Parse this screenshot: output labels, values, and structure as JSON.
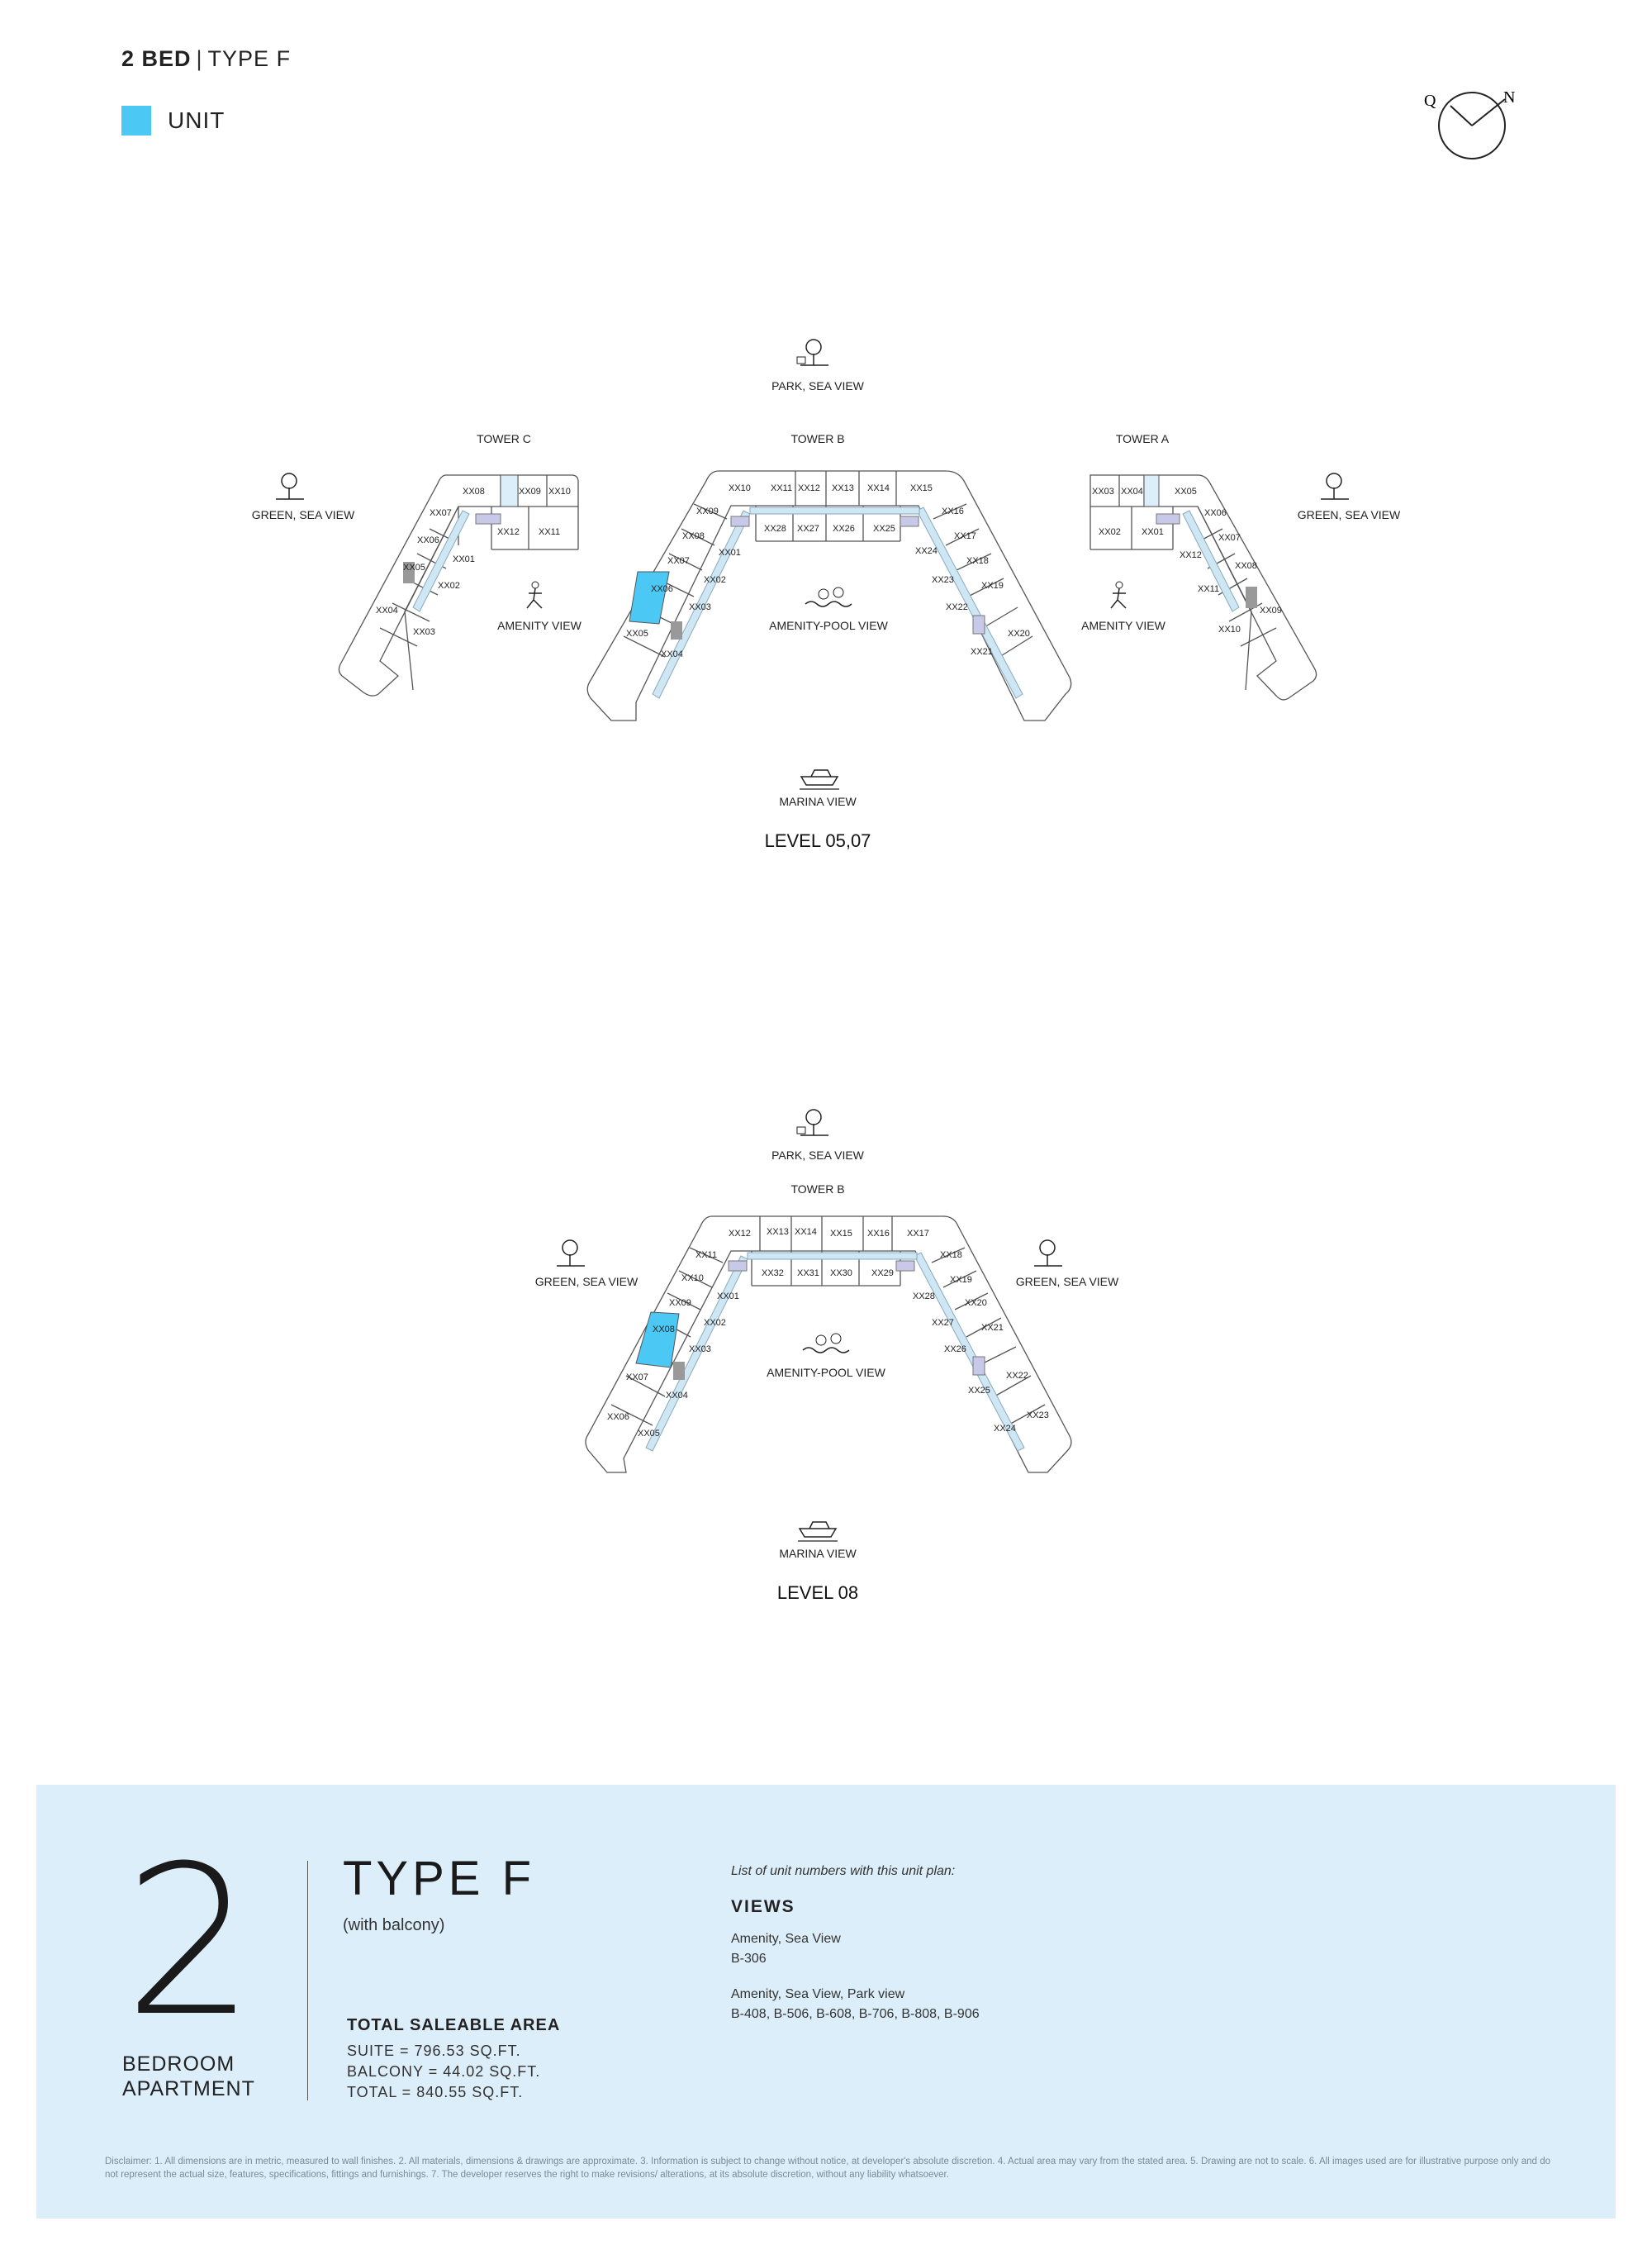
{
  "header": {
    "bed": "2 BED",
    "separator": "|",
    "type": "TYPE F"
  },
  "legend": {
    "label": "UNIT",
    "color": "#4cc8f4"
  },
  "compass": {
    "q": "Q",
    "n": "N"
  },
  "plan1": {
    "top_view": "PARK, SEA VIEW",
    "tower_c": "TOWER C",
    "tower_b": "TOWER B",
    "tower_a": "TOWER A",
    "left_view": "GREEN, SEA VIEW",
    "right_view": "GREEN, SEA VIEW",
    "amenity_left": "AMENITY VIEW",
    "amenity_pool": "AMENITY-POOL VIEW",
    "amenity_right": "AMENITY VIEW",
    "bottom_view": "MARINA VIEW",
    "level": "LEVEL 05,07",
    "tower_c_units": [
      "XX08",
      "XX09",
      "XX10",
      "XX07",
      "XX12",
      "XX11",
      "XX06",
      "XX01",
      "XX05",
      "XX02",
      "XX04",
      "XX03"
    ],
    "tower_b_top_units": [
      "XX10",
      "XX11",
      "XX12",
      "XX13",
      "XX14",
      "XX15"
    ],
    "tower_b_inner_units": [
      "XX28",
      "XX27",
      "XX26",
      "XX25"
    ],
    "tower_b_left_units": [
      "XX09",
      "XX08",
      "XX01",
      "XX07",
      "XX02",
      "XX06",
      "XX03",
      "XX05",
      "XX04"
    ],
    "tower_b_right_units": [
      "XX16",
      "XX24",
      "XX17",
      "XX18",
      "XX23",
      "XX19",
      "XX22",
      "XX20",
      "XX21"
    ],
    "tower_a_units": [
      "XX03",
      "XX04",
      "XX05",
      "XX02",
      "XX01",
      "XX06",
      "XX12",
      "XX07",
      "XX08",
      "XX11",
      "XX09",
      "XX10"
    ]
  },
  "plan2": {
    "top_view": "PARK, SEA VIEW",
    "tower_b": "TOWER B",
    "left_view": "GREEN, SEA VIEW",
    "right_view": "GREEN, SEA VIEW",
    "amenity_pool": "AMENITY-POOL VIEW",
    "bottom_view": "MARINA VIEW",
    "level": "LEVEL 08",
    "top_units": [
      "XX12",
      "XX13",
      "XX14",
      "XX15",
      "XX16",
      "XX17"
    ],
    "inner_units": [
      "XX32",
      "XX31",
      "XX30",
      "XX29"
    ],
    "left_units": [
      "XX11",
      "XX10",
      "XX01",
      "XX09",
      "XX02",
      "XX08",
      "XX03",
      "XX07",
      "XX04",
      "XX06",
      "XX05"
    ],
    "right_units": [
      "XX18",
      "XX19",
      "XX28",
      "XX20",
      "XX27",
      "XX21",
      "XX26",
      "XX22",
      "XX25",
      "XX23",
      "XX24"
    ]
  },
  "summary": {
    "number": "2",
    "bedroom": "BEDROOM",
    "apartment": "APARTMENT",
    "type": "TYPE F",
    "with_balcony": "(with balcony)",
    "tsa_title": "TOTAL SALEABLE AREA",
    "suite": "SUITE = 796.53 SQ.FT.",
    "balcony": "BALCONY = 44.02 SQ.FT.",
    "total": "TOTAL = 840.55 SQ.FT.",
    "list_header": "List of unit numbers with this unit plan:",
    "views_title": "VIEWS",
    "group1_title": "Amenity, Sea View",
    "group1_units": "B-306",
    "group2_title": "Amenity, Sea View, Park view",
    "group2_units": "B-408, B-506, B-608, B-706, B-808, B-906"
  },
  "disclaimer": "Disclaimer: 1. All dimensions are in metric, measured to wall finishes. 2. All materials, dimensions & drawings are approximate. 3. Information is subject to change without notice, at developer's absolute discretion. 4. Actual area may vary from the stated area. 5. Drawing are not to scale. 6. All images used are for illustrative purpose only and do not represent the actual size, features, specifications, fittings and furnishings. 7. The developer reserves the right to make revisions/ alterations, at its absolute discretion, without any liability whatsoever."
}
